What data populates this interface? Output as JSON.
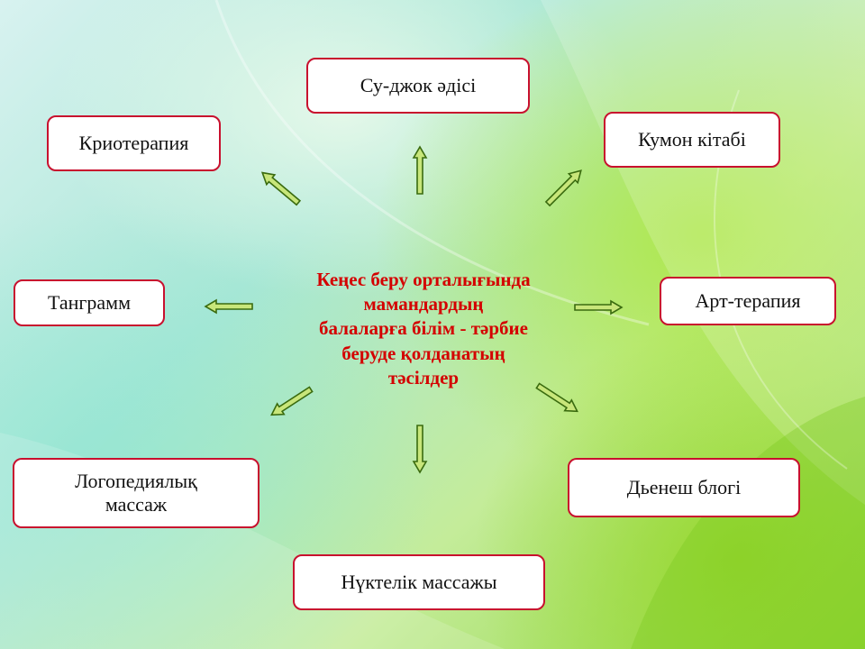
{
  "center": {
    "text": "Кеңес беру орталығында\nмамандардың\nбалаларға білім - тәрбие\nберуде қолданатың\nтәсілдер",
    "color": "#d40000"
  },
  "nodes": {
    "top": "Су-джок әдісі",
    "top_right": "Кумон кітабі",
    "right": "Арт-терапия",
    "bottom_right": "Дьенеш блогі",
    "bottom": "Нүктелік  массажы",
    "bottom_left": "Логопедиялық\nмассаж",
    "left": "Танграмм",
    "top_left": "Криотерапия"
  },
  "colors": {
    "box_border": "#c8102e",
    "arrow_fill": "#c8e67a",
    "arrow_stroke": "#3a6b0f"
  }
}
